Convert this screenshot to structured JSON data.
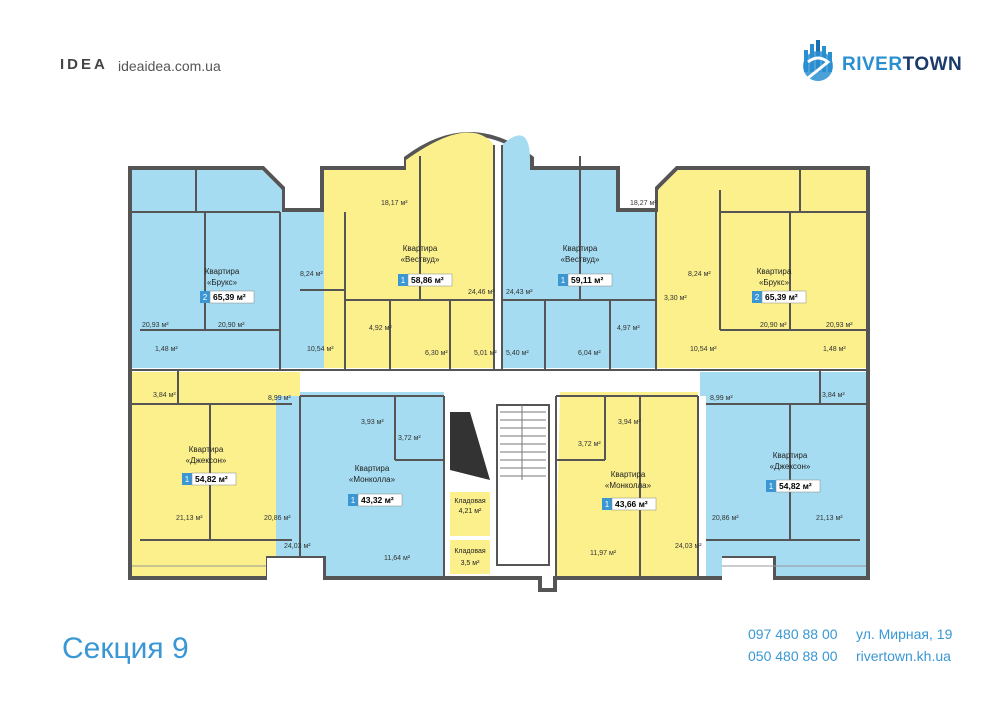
{
  "header": {
    "logo": "IDEA",
    "site": "ideaidea.com.ua",
    "brand_part1": "RIVER",
    "brand_part2": "TOWN"
  },
  "footer": {
    "section_title": "Секция 9",
    "phone1": "097 480 88 00",
    "phone2": "050 480 88 00",
    "address": "ул. Мирная, 19",
    "site": "rivertown.kh.ua"
  },
  "colors": {
    "blue": "#a5dcf1",
    "yellow": "#fbf08c",
    "wall": "#555555",
    "accent": "#3a97d4"
  },
  "apartments": [
    {
      "id": "brooks-left",
      "name": "Квартира",
      "name2": "«Брукс»",
      "rooms": "2",
      "area": "65,39 м²"
    },
    {
      "id": "westwood-left",
      "name": "Квартира",
      "name2": "«Вествуд»",
      "rooms": "1",
      "area": "58,86 м²"
    },
    {
      "id": "westwood-right",
      "name": "Квартира",
      "name2": "«Вествуд»",
      "rooms": "1",
      "area": "59,11 м²"
    },
    {
      "id": "brooks-right",
      "name": "Квартира",
      "name2": "«Брукс»",
      "rooms": "2",
      "area": "65,39 м²"
    },
    {
      "id": "jackson-left",
      "name": "Квартира",
      "name2": "«Джексон»",
      "rooms": "1",
      "area": "54,82 м²"
    },
    {
      "id": "monkolla-left",
      "name": "Квартира",
      "name2": "«Монколла»",
      "rooms": "1",
      "area": "43,32 м²"
    },
    {
      "id": "monkolla-right",
      "name": "Квартира",
      "name2": "«Монколла»",
      "rooms": "1",
      "area": "43,66 м²"
    },
    {
      "id": "jackson-right",
      "name": "Квартира",
      "name2": "«Джексон»",
      "rooms": "1",
      "area": "54,82 м²"
    }
  ],
  "storage": [
    {
      "name": "Кладовая",
      "area": "4,21 м²"
    },
    {
      "name": "Кладовая",
      "area": "3,5 м²"
    }
  ],
  "room_areas": [
    "18,17 м²",
    "18,27 м²",
    "8,24 м²",
    "8,24 м²",
    "3,30 м²",
    "20,93 м²",
    "20,90 м²",
    "20,90 м²",
    "20,93 м²",
    "1,48 м²",
    "1,48 м²",
    "10,54 м²",
    "10,54 м²",
    "24,46 м²",
    "24,43 м²",
    "4,92 м²",
    "4,97 м²",
    "6,30 м²",
    "5,01 м²",
    "5,40 м²",
    "6,04 м²",
    "3,84 м²",
    "8,99 м²",
    "8,99 м²",
    "3,84 м²",
    "3,93 м²",
    "3,72 м²",
    "3,72 м²",
    "3,94 м²",
    "21,13 м²",
    "20,86 м²",
    "20,86 м²",
    "21,13 м²",
    "24,03 м²",
    "11,64 м²",
    "11,97 м²",
    "24,03 м²"
  ]
}
